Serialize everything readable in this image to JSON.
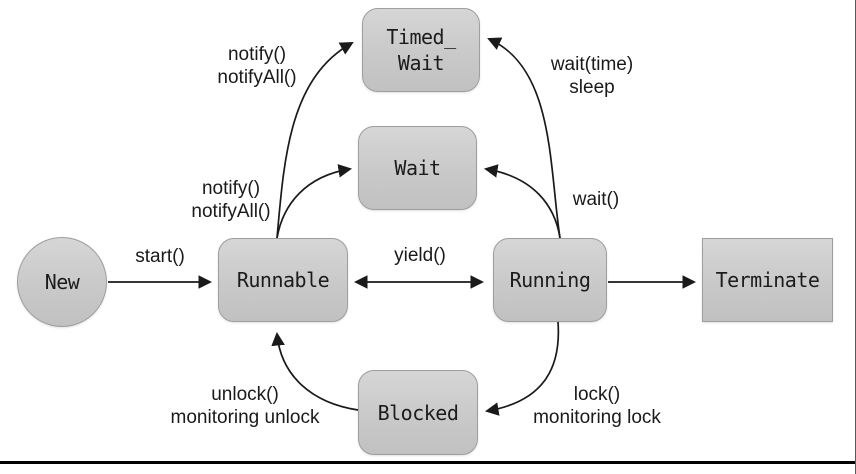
{
  "diagram": {
    "subject": "thread state diagram",
    "nodes": [
      {
        "id": "new",
        "shape": "circle",
        "lines": [
          "New"
        ]
      },
      {
        "id": "runnable",
        "shape": "rounded",
        "lines": [
          "Runnable"
        ]
      },
      {
        "id": "running",
        "shape": "rounded",
        "lines": [
          "Running"
        ]
      },
      {
        "id": "terminate",
        "shape": "rect",
        "lines": [
          "Terminate"
        ]
      },
      {
        "id": "timed-wait",
        "shape": "rounded",
        "lines": [
          "Timed_",
          "Wait"
        ]
      },
      {
        "id": "wait",
        "shape": "rounded",
        "lines": [
          "Wait"
        ]
      },
      {
        "id": "blocked",
        "shape": "rounded",
        "lines": [
          "Blocked"
        ]
      }
    ],
    "edges": [
      {
        "id": "start",
        "from": "New",
        "to": "Runnable",
        "bidirectional": false,
        "lines": [
          "start()"
        ]
      },
      {
        "id": "yield",
        "from": "Runnable",
        "to": "Running",
        "bidirectional": true,
        "lines": [
          "yield()"
        ]
      },
      {
        "id": "to-terminate",
        "from": "Running",
        "to": "Terminate",
        "bidirectional": false,
        "lines": []
      },
      {
        "id": "notify-to-timed-wait",
        "from": "Runnable",
        "to": "Timed_Wait",
        "bidirectional": false,
        "lines": [
          "notify()",
          "notifyAll()"
        ]
      },
      {
        "id": "wait-time-sleep",
        "from": "Running",
        "to": "Timed_Wait",
        "bidirectional": false,
        "lines": [
          "wait(time)",
          "sleep"
        ]
      },
      {
        "id": "notify-to-wait",
        "from": "Runnable",
        "to": "Wait",
        "bidirectional": false,
        "lines": [
          "notify()",
          "notifyAll()"
        ]
      },
      {
        "id": "wait-call",
        "from": "Running",
        "to": "Wait",
        "bidirectional": false,
        "lines": [
          "wait()"
        ]
      },
      {
        "id": "unlock",
        "from": "Blocked",
        "to": "Runnable",
        "bidirectional": false,
        "lines": [
          "unlock()",
          "monitoring unlock"
        ]
      },
      {
        "id": "lock",
        "from": "Running",
        "to": "Blocked",
        "bidirectional": false,
        "lines": [
          "lock()",
          "monitoring lock"
        ]
      }
    ],
    "colors": {
      "node_fill_top": "#d6d6d6",
      "node_fill_bottom": "#c1c1c1",
      "node_border": "#9e9e9e",
      "arrow": "#1a1a1a",
      "text": "#1a1a1a",
      "background": "#ffffff",
      "bottom_rule": "#000000",
      "right_edge_line": "#5a5a5a"
    }
  }
}
